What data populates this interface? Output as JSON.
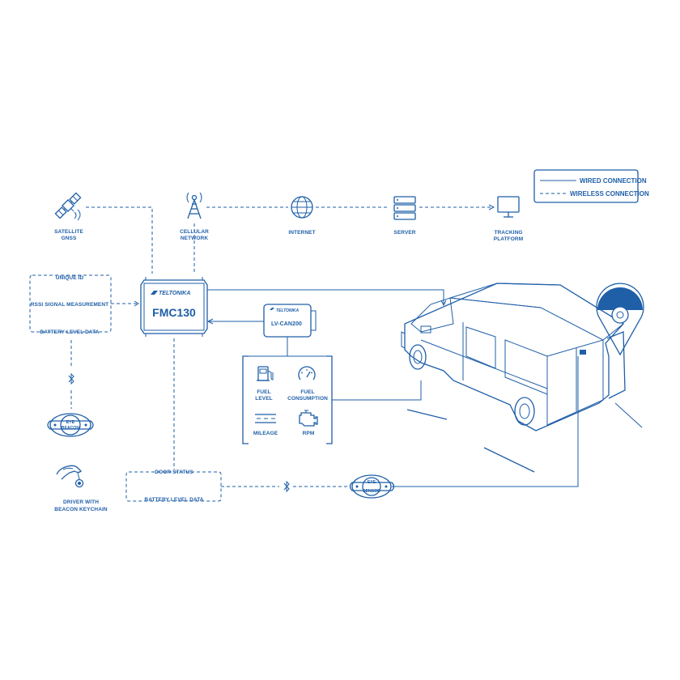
{
  "colors": {
    "primary": "#1f5fa8",
    "background": "#ffffff"
  },
  "legend": {
    "wired": "WIRED CONNECTION",
    "wireless": "WIRELESS CONNECTION"
  },
  "nodes": {
    "satellite": {
      "line1": "SATELLITE",
      "line2": "GNSS",
      "icon": "satellite-icon"
    },
    "cellular": {
      "line1": "CELLULAR",
      "line2": "NETWORK",
      "icon": "cell-tower-icon"
    },
    "internet": {
      "line1": "INTERNET",
      "icon": "globe-icon"
    },
    "server": {
      "line1": "SERVER",
      "icon": "server-icon"
    },
    "platform": {
      "line1": "TRACKING",
      "line2": "PLATFORM",
      "icon": "monitor-icon"
    }
  },
  "device": {
    "brand": "TELTONIKA",
    "model": "FMC130"
  },
  "can_adapter": {
    "brand": "TELTONIKA",
    "model": "LV-CAN200"
  },
  "can_data": {
    "fuel_level": {
      "line1": "FUEL",
      "line2": "LEVEL"
    },
    "fuel_consumption": {
      "line1": "FUEL",
      "line2": "CONSUMPTION"
    },
    "mileage": "MILEAGE",
    "rpm": "RPM"
  },
  "beacon_data": {
    "unique_id": "UNIQUE ID",
    "rssi": "RSSI SIGNAL MEASUREMENT",
    "battery": "BATTERY LEVEL DATA"
  },
  "eye_beacon": {
    "line1": "EYE",
    "line2": "BEACON"
  },
  "driver": {
    "line1": "DRIVER WITH",
    "line2": "BEACON KEYCHAIN"
  },
  "sensor_data": {
    "door_status": "DOOR STATUS",
    "battery": "BATTERY LEVEL DATA"
  },
  "eye_sensor": {
    "line1": "EYE",
    "line2": "SENSOR"
  }
}
